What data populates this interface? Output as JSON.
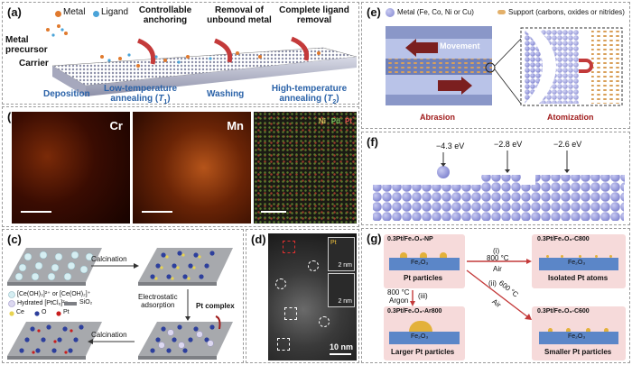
{
  "panel_a": {
    "label": "(a)",
    "legend_metal": "Metal",
    "legend_ligand": "Ligand",
    "metal_precursor": "Metal\nprecursor",
    "carrier": "Carrier",
    "step_titles": [
      "Controllable\nanchoring",
      "Removal of\nunbound metal",
      "Complete ligand\nremoval"
    ],
    "stages": [
      {
        "main": "Deposition",
        "sub": ""
      },
      {
        "main": "Low-temperature\nannealing (",
        "sub": "1"
      },
      {
        "main": "Washing",
        "sub": ""
      },
      {
        "main": "High-temperature\nannealing (",
        "sub": "2"
      }
    ],
    "T_letter": "T"
  },
  "panel_b": {
    "label": "(b)",
    "map_cr": "Cr",
    "map_mn": "Mn",
    "legend_ni": "Ni",
    "legend_pd": "Pd",
    "legend_pt": "Pt"
  },
  "panel_c": {
    "label": "(c)",
    "calcination_top": "Calcination",
    "calcination_bottom": "Calcination",
    "electrostatic": "Electrostatic\nadsorption",
    "pt_complex": "Pt complex",
    "legend_ce_ions": "[Ce(OH)₃]²⁺ or [Ce(OH)₂]⁺",
    "legend_ptcl": "Hydrated [PtCl₆]²⁻",
    "legend_sio2": "SiO₂",
    "legend_ce": "Ce",
    "legend_o": "O",
    "legend_pt": "Pt"
  },
  "panel_d": {
    "label": "(d)",
    "scale_main": "10 nm",
    "scale_inset1": "2 nm",
    "scale_inset2": "2 nm",
    "inset_pt": "Pt"
  },
  "panel_e": {
    "label": "(e)",
    "legend_metal": "Metal (Fe, Co, Ni or Cu)",
    "legend_support": "Support (carbons, oxides or nitrides)",
    "movement": "Movement",
    "abrasion": "Abrasion",
    "atomization": "Atomization"
  },
  "panel_f": {
    "label": "(f)",
    "energies": [
      "−4.3 eV",
      "−2.8 eV",
      "−2.6 eV"
    ]
  },
  "panel_g": {
    "label": "(g)",
    "top_left_title": "0.3Pt/Fe₂O₃-NP",
    "top_left_caption": "Pt particles",
    "top_right_title": "0.3Pt/Fe₂O₃-C800",
    "top_right_caption": "Isolated Pt atoms",
    "bottom_left_title": "0.3Pt/Fe₂O₃-Ar800",
    "bottom_left_caption": "Larger Pt particles",
    "bottom_right_title": "0.3Pt/Fe₂O₃-C600",
    "bottom_right_caption": "Smaller Pt particles",
    "substrate": "Fe₂O₃",
    "arrow_i": "(i)",
    "arrow_i_temp": "800 °C",
    "arrow_i_gas": "Air",
    "arrow_ii": "(ii)",
    "arrow_ii_temp": "600 °C",
    "arrow_ii_gas": "Air",
    "arrow_iii": "(iii)",
    "arrow_iii_temp": "800 °C",
    "arrow_iii_gas": "Argon"
  },
  "colors": {
    "metal_orange": "#e07a2e",
    "ligand_blue": "#4aa3d8",
    "stage_blue": "#2a62a8",
    "sphere_purple": "#8c8fd6",
    "arrow_red": "#a01c1c",
    "box_pink": "#f6dada",
    "substrate_blue": "#5b86c8",
    "pt_gold": "#e3b13a"
  }
}
